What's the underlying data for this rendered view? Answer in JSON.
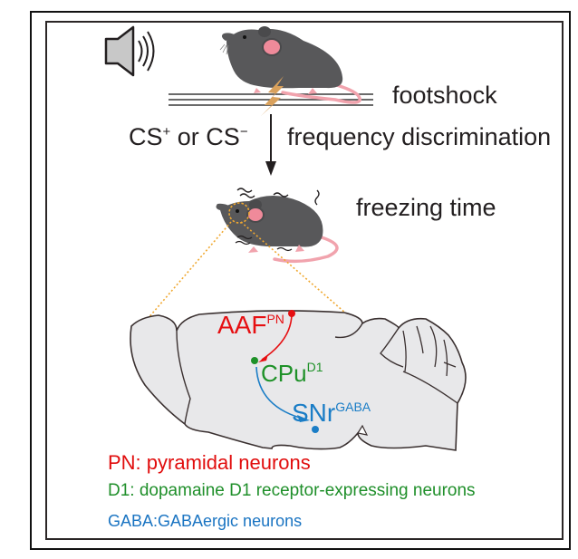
{
  "top_panel": {
    "footshock_label": "footshock",
    "cs_plus_base": "CS",
    "cs_plus_sup": "+",
    "cs_or": " or ",
    "cs_minus_base": "CS",
    "cs_minus_sup": "−",
    "frequency_label": "frequency discrimination",
    "freezing_label": "freezing time",
    "icons": [
      "speaker-icon",
      "mouse-standing-icon",
      "lightning-bolt-icon",
      "grid-floor-icon",
      "down-arrow-icon",
      "mouse-freezing-icon"
    ]
  },
  "brain_panel": {
    "regions": [
      {
        "base": "AAF",
        "sup": "PN",
        "color": "#e60f12"
      },
      {
        "base": "CPu",
        "sup": "D1",
        "color": "#1e9128"
      },
      {
        "base": "SNr",
        "sup": "GABA",
        "color": "#1a7dc6"
      }
    ],
    "pathway": [
      "AAF → CPu",
      "CPu → SNr"
    ]
  },
  "legend": {
    "pn": "PN: pyramidal neurons",
    "d1": "D1: dopamaine D1 receptor-expressing neurons",
    "gaba": "GABA:GABAergic neurons"
  },
  "colors": {
    "mouse_body": "#58585a",
    "mouse_ear": "#ef8a9a",
    "tail": "#f1a3ad",
    "bolt": "#d9a15c",
    "brain_fill": "#e8e8ea",
    "dotted_zoom": "#f0a830"
  }
}
